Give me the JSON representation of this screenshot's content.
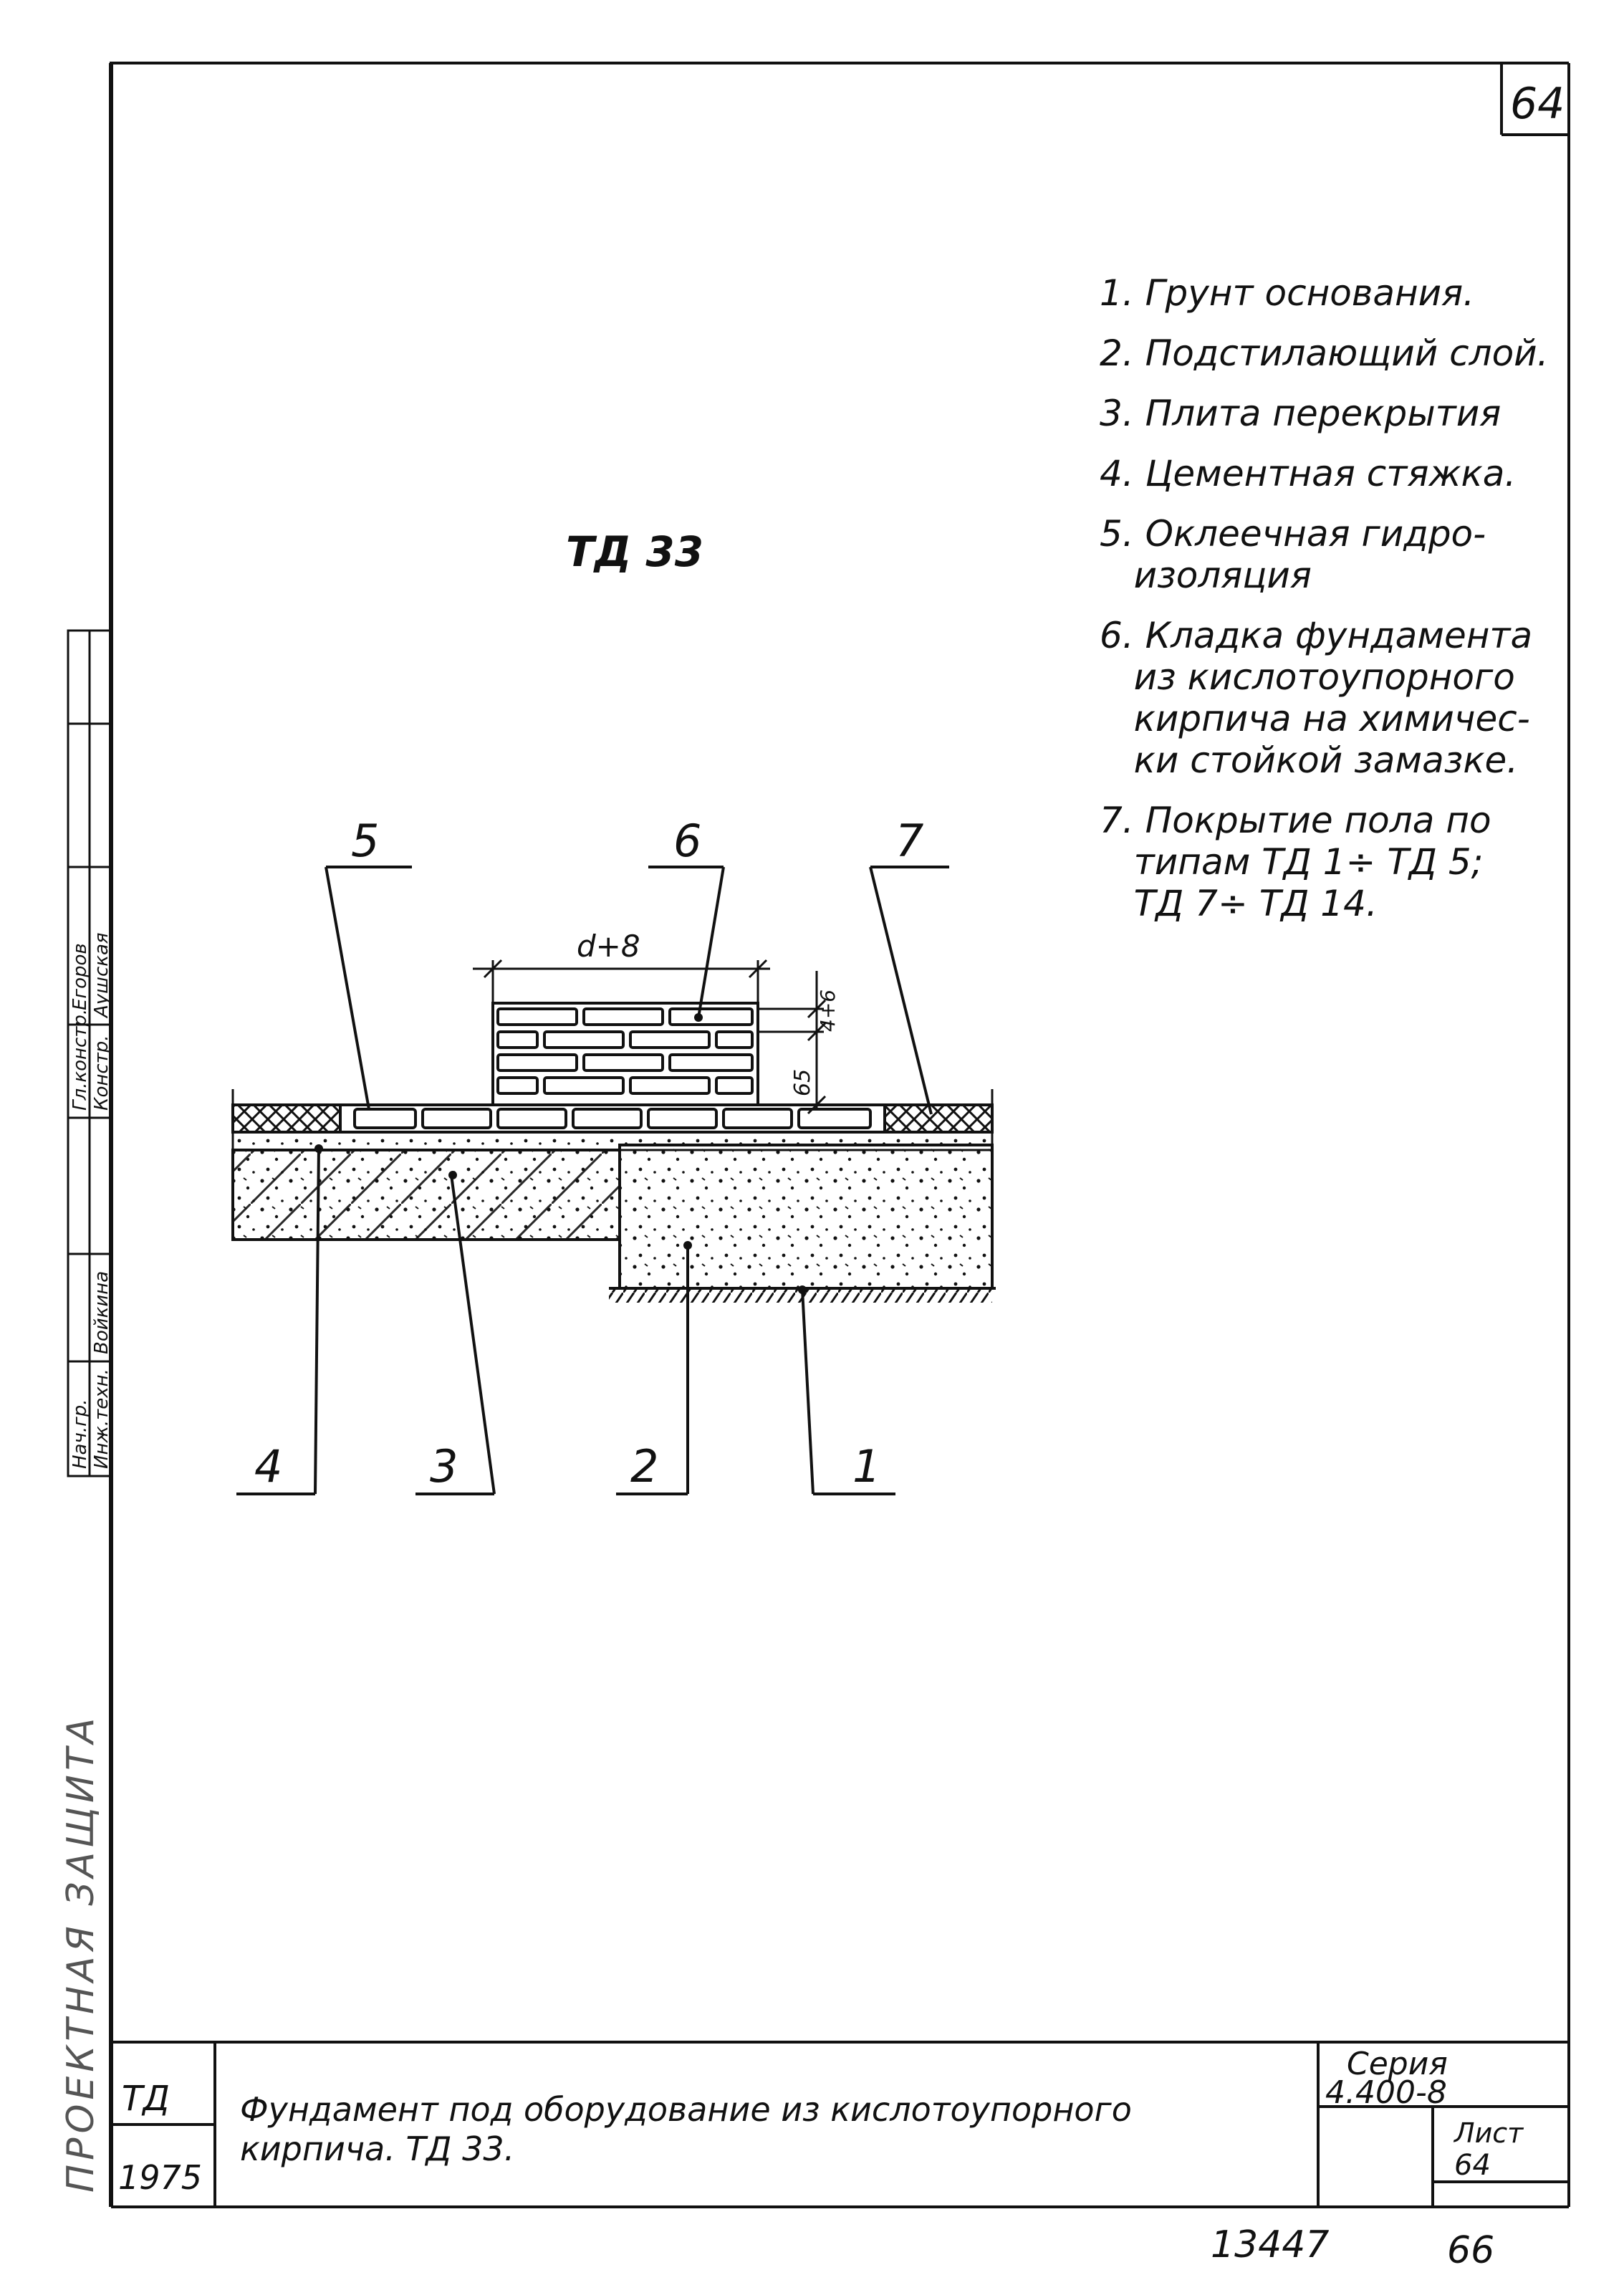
{
  "sheet": {
    "page_number": "64",
    "drawing_code": "ТД 33",
    "dimension_width": "d+8",
    "dimension_brick_top": "4+6",
    "dimension_brick_height": "65",
    "callouts_top": [
      "5",
      "6",
      "7"
    ],
    "callouts_bottom": [
      "4",
      "3",
      "2",
      "1"
    ]
  },
  "legend": {
    "items": [
      {
        "lines": [
          "1. Грунт основания."
        ]
      },
      {
        "lines": [
          "2. Подстилающий слой."
        ]
      },
      {
        "lines": [
          "3. Плита перекрытия"
        ]
      },
      {
        "lines": [
          "4. Цементная стяжка."
        ]
      },
      {
        "lines": [
          "5. Оклеечная гидро-",
          "   изоляция"
        ]
      },
      {
        "lines": [
          "6. Кладка фундамента",
          "   из кислотоупорного",
          "   кирпича на химичес-",
          "   ки стойкой замазке."
        ]
      },
      {
        "lines": [
          "7. Покрытие пола по",
          "   типам ТД 1÷ ТД 5;",
          "   ТД 7÷ ТД 14."
        ]
      }
    ]
  },
  "side_stamp": {
    "cells": [
      "Гл.констр.",
      "Егоров",
      "Констр.",
      "Аушская",
      "Нач.гр.",
      "Инж.техн.",
      "Войкина"
    ],
    "vertical_text": "ПРОЕКТНАЯ ЗАЩИТА"
  },
  "title_block": {
    "code": "ТД",
    "year": "1975",
    "title_line1": "Фундамент под оборудование из кислотоупорного",
    "title_line2": "кирпича.  ТД 33.",
    "series_label": "Серия",
    "series_value": "4.400-8",
    "sheet_label": "Лист",
    "sheet_value": "64"
  },
  "footer": {
    "inventory_number": "13447",
    "page": "66"
  }
}
